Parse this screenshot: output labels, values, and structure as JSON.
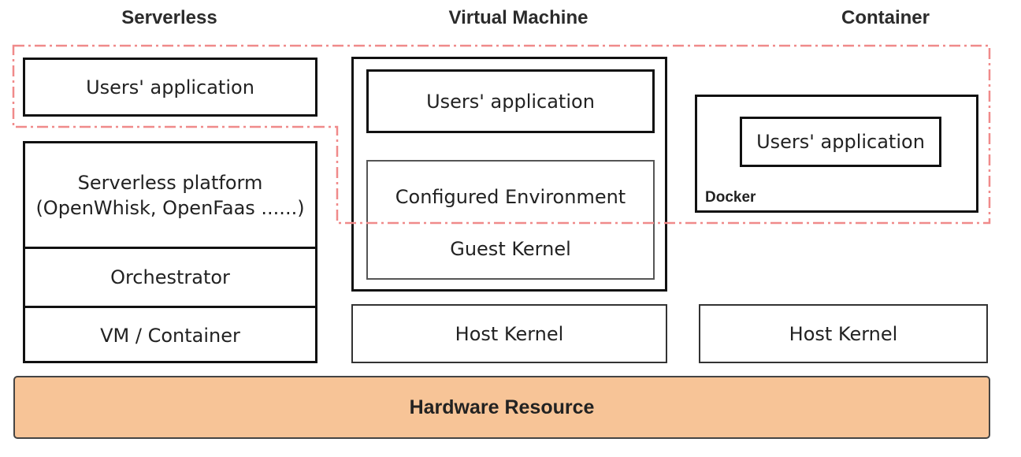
{
  "columns": {
    "serverless": "Serverless",
    "virtual_machine": "Virtual Machine",
    "container": "Container"
  },
  "serverless": {
    "app": "Users' application",
    "platform_line1": "Serverless platform",
    "platform_line2": "(OpenWhisk, OpenFaas ......)",
    "orchestrator": "Orchestrator",
    "vm_container": "VM / Container"
  },
  "virtual_machine": {
    "app": "Users' application",
    "configured_env": "Configured Environment",
    "guest_kernel": "Guest Kernel",
    "host_kernel": "Host Kernel"
  },
  "container": {
    "app": "Users' application",
    "docker": "Docker",
    "host_kernel": "Host Kernel"
  },
  "hardware": "Hardware Resource",
  "colors": {
    "hardware_fill": "#f7c497",
    "highlight_dash": "#f08a8a"
  }
}
